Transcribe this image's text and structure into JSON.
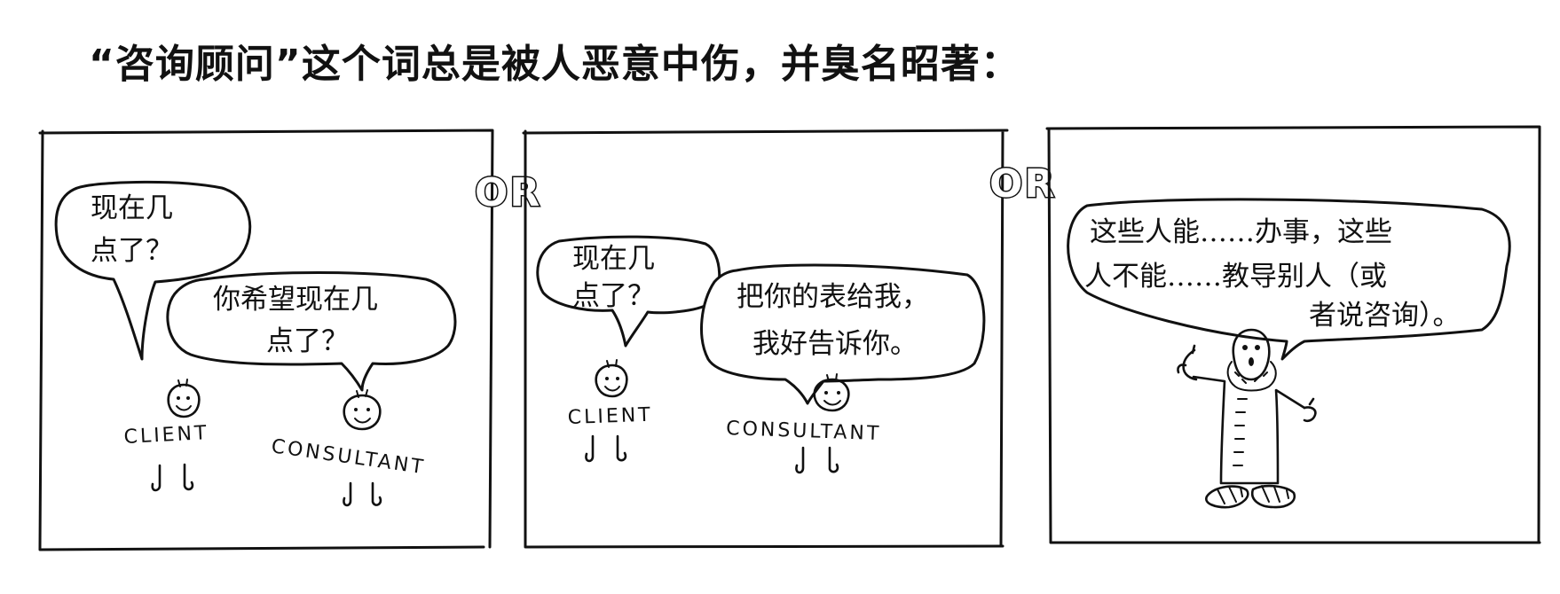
{
  "heading": "“咨询顾问”这个词总是被人恶意中伤，并臭名昭著：",
  "separators": [
    "OR",
    "OR"
  ],
  "panel1": {
    "client_line1": "现在几",
    "client_line2": "点了？",
    "consultant_line1": "你希望现在几",
    "consultant_line2": "点了？",
    "client_label": "CLIENT",
    "consultant_label": "CONSULTANT"
  },
  "panel2": {
    "client_line1": "现在几",
    "client_line2": "点了？",
    "consultant_line1": "把你的表给我，",
    "consultant_line2": "我好告诉你。",
    "client_label": "CLIENT",
    "consultant_label": "CONSULTANT"
  },
  "panel3": {
    "line1": "这些人能……办事，这些",
    "line2": "人不能……教导别人（或",
    "line3": "者说咨询）。"
  },
  "icons": [
    "smiley-face-icon",
    "feet-icon",
    "robed-man-figure",
    "sandal-icon",
    "hand-icon"
  ]
}
